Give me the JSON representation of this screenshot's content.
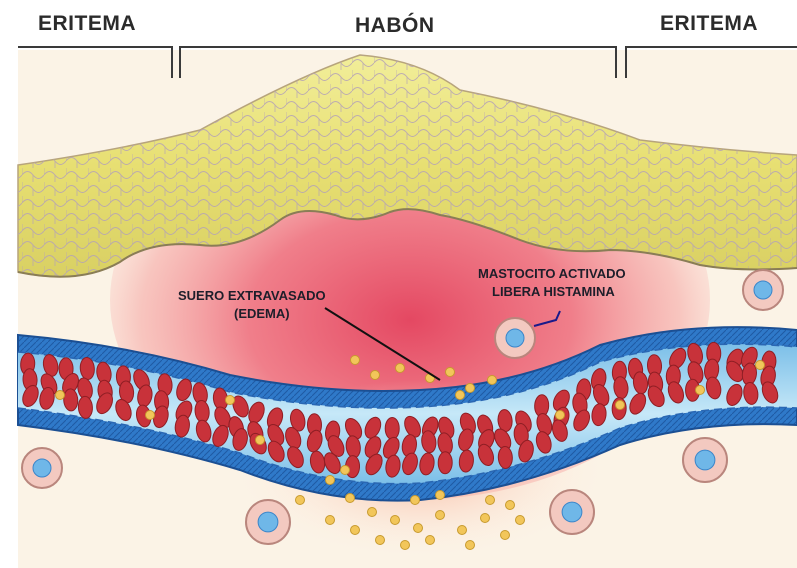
{
  "labels": {
    "erythema_left": "ERITEMA",
    "wheal": "HABÓN",
    "erythema_right": "ERITEMA",
    "serum_line1": "SUERO EXTRAVASADO",
    "serum_line2": "(EDEMA)",
    "mast_line1": "MASTOCITO ACTIVADO",
    "mast_line2": "LIBERA HISTAMINA"
  },
  "colors": {
    "epidermis": "#e9e27a",
    "epidermis_cell_line": "#b9a9b8",
    "edema": "#e8566a",
    "vessel_wall": "#2f79c9",
    "vessel_lumen": "#9fd2f0",
    "red_cell": "#c8323a",
    "plasma_dot": "#f2c65a",
    "mast_cell": "#f3c9c0",
    "mast_nucleus": "#6fb7e8",
    "text": "#2b2b2b"
  }
}
